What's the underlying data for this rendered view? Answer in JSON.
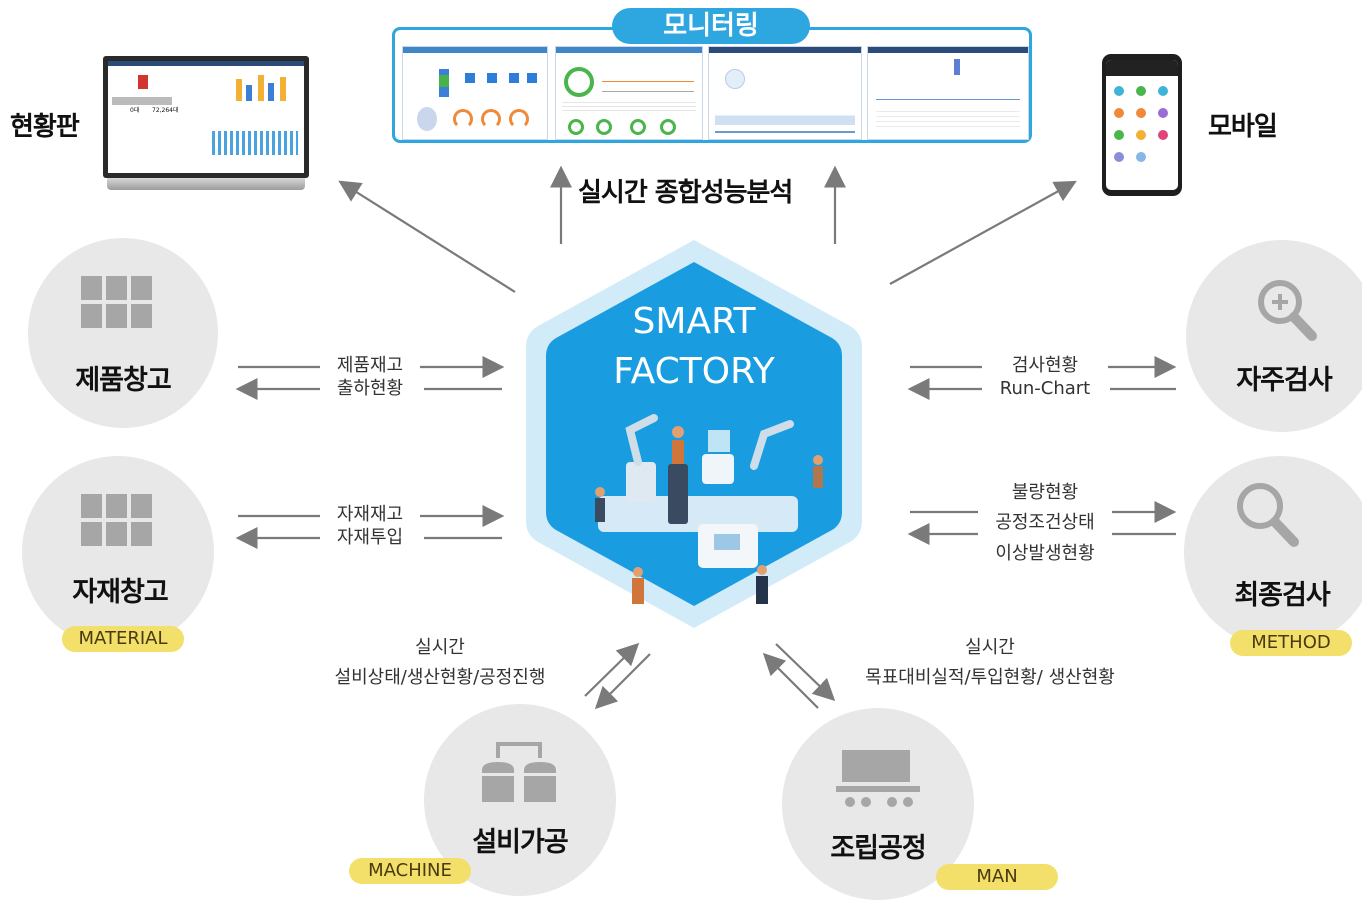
{
  "monitoring": {
    "title": "모니터링"
  },
  "realtime_analysis": "실시간 종합성능분석",
  "hub": {
    "line1": "SMART",
    "line2": "FACTORY"
  },
  "outputs": {
    "left": "현황판",
    "right": "모바일"
  },
  "nodes": {
    "product_warehouse": {
      "label": "제품창고",
      "flow_out": "제품재고",
      "flow_in": "출하현황"
    },
    "material_warehouse": {
      "label": "자재창고",
      "flow_out": "자재재고",
      "flow_in": "자재투입",
      "badge": "MATERIAL"
    },
    "self_inspection": {
      "label": "자주검사",
      "flow_out": "검사현황",
      "flow_in": "Run-Chart"
    },
    "final_inspection": {
      "label": "최종검사",
      "flows": [
        "불량현황",
        "공정조건상태",
        "이상발생현황"
      ],
      "badge": "METHOD"
    },
    "machining": {
      "label": "설비가공",
      "flow_line1": "실시간",
      "flow_line2": "설비상태/생산현황/공정진행",
      "badge": "MACHINE"
    },
    "assembly": {
      "label": "조립공정",
      "flow_line1": "실시간",
      "flow_line2": "목표대비실적/투입현황/ 생산현황",
      "badge": "MAN"
    }
  },
  "dashboard_screen": {
    "value_a": "0대",
    "value_b": "72,264대"
  },
  "colors": {
    "hub": "#1a9de0",
    "hub_halo": "#d2ebf8",
    "arrow": "#7a7a7a",
    "badge": "#f2e06a",
    "node": "#e8e8e8",
    "monitor_border": "#2ea7e0"
  }
}
